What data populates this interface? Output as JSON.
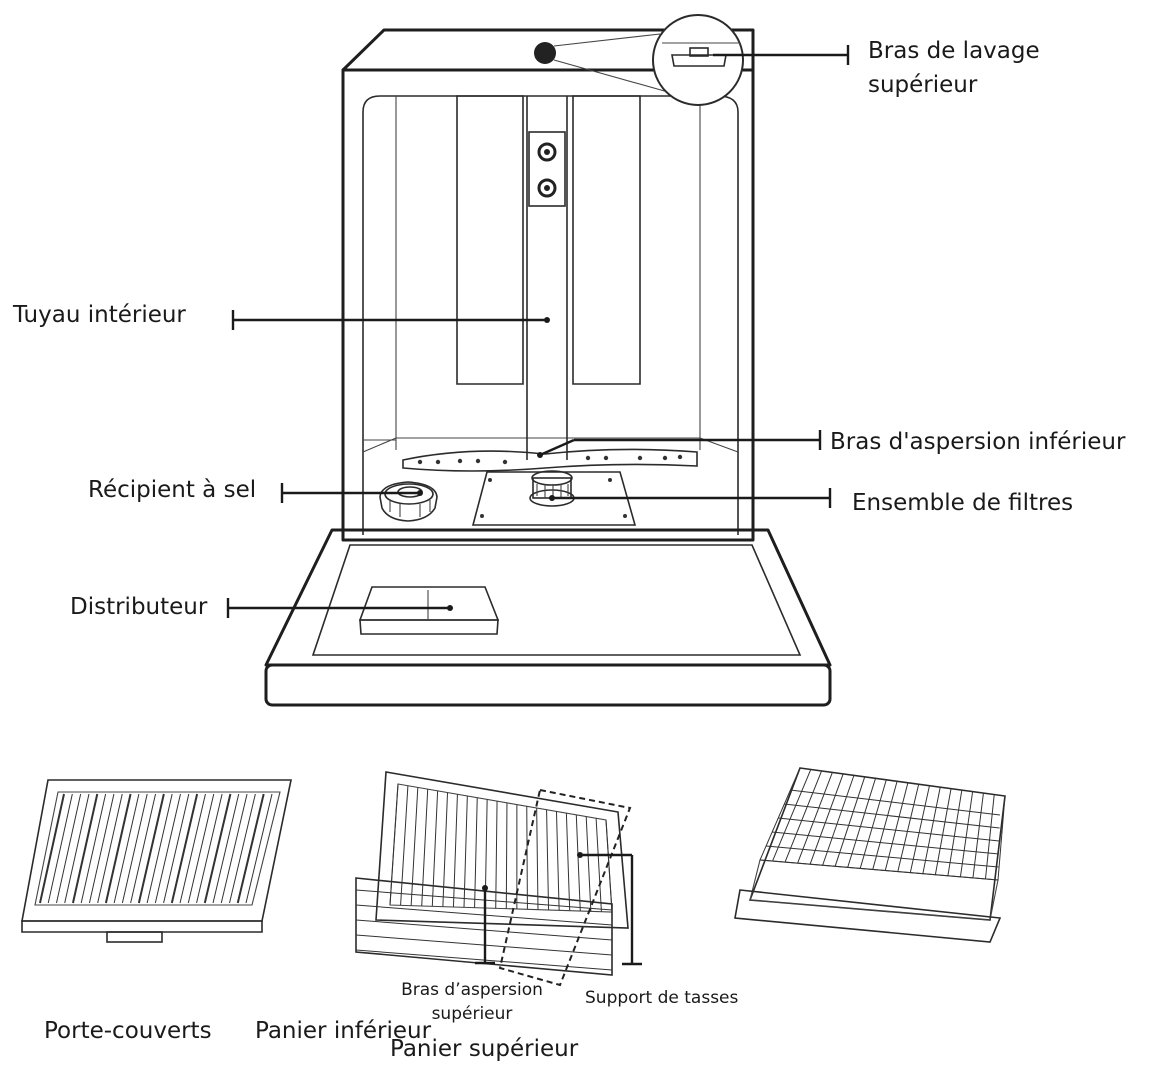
{
  "labels": {
    "upper_wash_arm_line1": "Bras de lavage",
    "upper_wash_arm_line2": "supérieur",
    "inner_pipe": "Tuyau intérieur",
    "lower_spray_arm": "Bras d'aspersion inférieur",
    "salt_container": "Récipient à sel",
    "filter_assembly": "Ensemble de filtres",
    "dispenser": "Distributeur",
    "upper_spray_arm_line1": "Bras d’aspersion",
    "upper_spray_arm_line2": "supérieur",
    "cup_shelf": "Support de tasses",
    "cutlery_tray": "Porte-couverts",
    "lower_basket": "Panier inférieur",
    "upper_basket": "Panier supérieur"
  }
}
